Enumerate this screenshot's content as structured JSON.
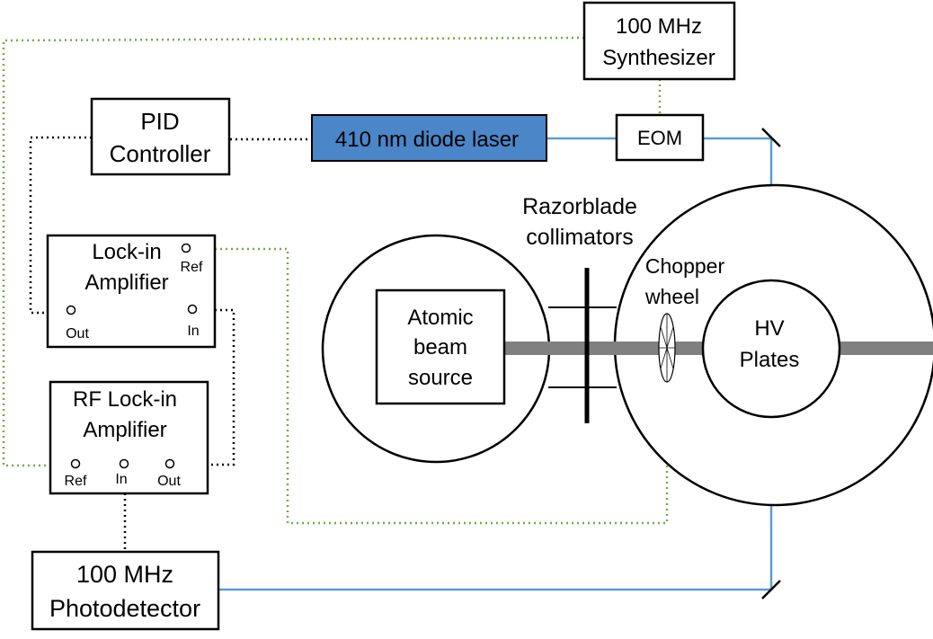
{
  "colors": {
    "laser_fill": "#4A86C8",
    "beam_line": "#5B9BD5",
    "green_dotted": "#70AD47",
    "black_dotted": "#000000",
    "atomic_beam": "#808080"
  },
  "labels": {
    "synthesizer": [
      "100 MHz",
      "Synthesizer"
    ],
    "pid": [
      "PID",
      "Controller"
    ],
    "laser": "410 nm diode laser",
    "eom": "EOM",
    "lockin": [
      "Lock-in",
      "Amplifier"
    ],
    "lockin_ref": "Ref",
    "lockin_out": "Out",
    "lockin_in": "In",
    "rf_lockin": [
      "RF Lock-in",
      "Amplifier"
    ],
    "rf_ref": "Ref",
    "rf_in": "In",
    "rf_out": "Out",
    "photodetector": [
      "100 MHz",
      "Photodetector"
    ],
    "atomic_source": [
      "Atomic",
      "beam",
      "source"
    ],
    "collimators": [
      "Razorblade",
      "collimators"
    ],
    "chopper": [
      "Chopper",
      "wheel"
    ],
    "hv_plates": [
      "HV",
      "Plates"
    ]
  }
}
